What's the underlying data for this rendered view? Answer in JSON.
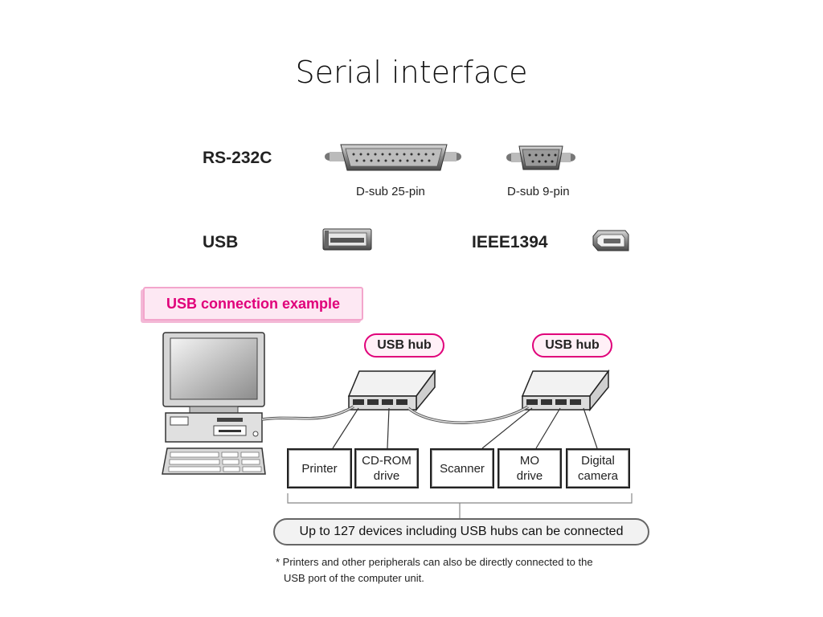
{
  "slide": {
    "title": "Serial interface"
  },
  "interfaces": {
    "rs232c": {
      "label": "RS-232C",
      "connectors": [
        {
          "caption": "D-sub 25-pin",
          "icon": "dsub-25-connector-icon"
        },
        {
          "caption": "D-sub 9-pin",
          "icon": "dsub-9-connector-icon"
        }
      ]
    },
    "usb": {
      "label": "USB",
      "icon": "usb-connector-icon"
    },
    "ieee1394": {
      "label": "IEEE1394",
      "icon": "ieee1394-connector-icon"
    }
  },
  "example": {
    "heading": "USB connection example",
    "hubs": [
      "USB hub",
      "USB hub"
    ],
    "devices": [
      "Printer",
      "CD-ROM\ndrive",
      "Scanner",
      "MO\ndrive",
      "Digital\ncamera"
    ],
    "summary": "Up to 127 devices including USB hubs can be connected",
    "note_line1": "* Printers and other peripherals can also be directly connected to the",
    "note_line2": "USB port of the computer unit."
  },
  "colors": {
    "accent": "#e0007a",
    "tab_fill": "#fde8f3",
    "pill_fill": "#fff0f7"
  }
}
